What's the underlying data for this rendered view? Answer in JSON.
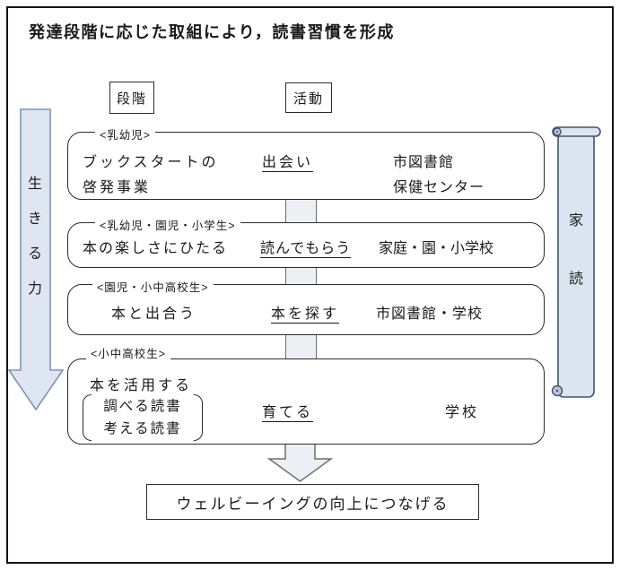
{
  "title": "発達段階に応じた取組により，読書習慣を形成",
  "headers": {
    "stage": "段階",
    "activity": "活動"
  },
  "left_arrow": {
    "label": "生きる力",
    "chars": [
      "生",
      "き",
      "る",
      "力"
    ]
  },
  "right_scroll": {
    "label": "家読",
    "chars": [
      "家",
      "読"
    ]
  },
  "rows": [
    {
      "stage_label": "<乳幼児>",
      "approach_line1": "ブックスタートの",
      "approach_line2": "啓発事業",
      "activity": "出会い",
      "place_line1": "市図書館",
      "place_line2": "保健センター"
    },
    {
      "stage_label": "<乳幼児・園児・小学生>",
      "approach": "本の楽しさにひたる",
      "activity": "読んでもらう",
      "place": "家庭・園・小学校"
    },
    {
      "stage_label": "<園児・小中高校生>",
      "approach": "本と出合う",
      "activity": "本を探す",
      "place": "市図書館・学校"
    },
    {
      "stage_label": "<小中高校生>",
      "approach": "本を活用する",
      "bracket_line1": "調べる読書",
      "bracket_line2": "考える読書",
      "activity": "育てる",
      "place": "学校"
    }
  ],
  "outcome": "ウェルビーイングの向上につなげる",
  "colors": {
    "blue_shape_fill": "#dde6f2",
    "blue_shape_stroke": "#7e93b5",
    "scroll_stroke": "#44546a",
    "connector_fill": "#eceff4",
    "connector_stroke": "#6e6e6e",
    "box_border": "#2b2b2b"
  }
}
